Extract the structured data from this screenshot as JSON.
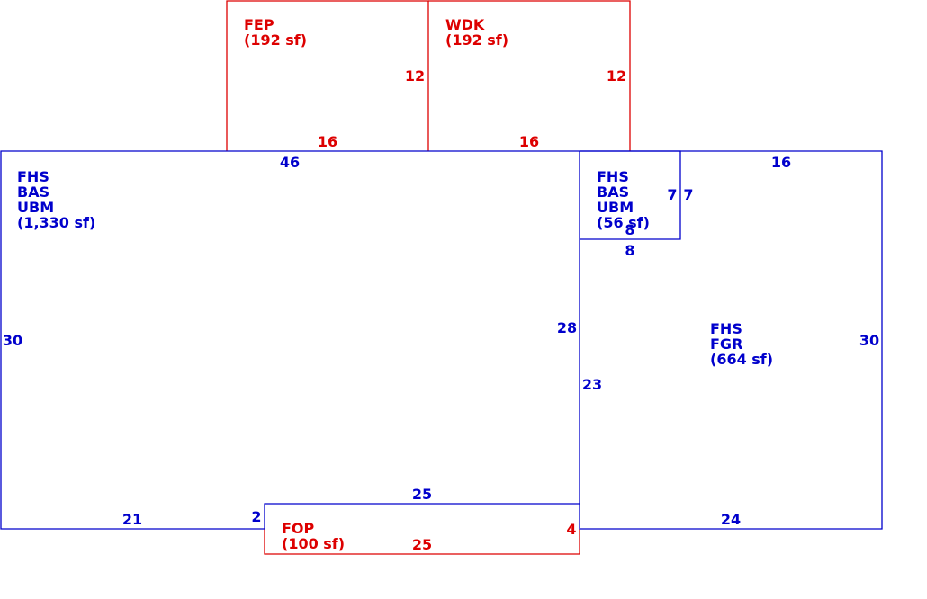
{
  "colors": {
    "blue": "#0000cc",
    "red": "#dd0000",
    "background": "#ffffff"
  },
  "areas": {
    "fep": {
      "lines": [
        "FEP",
        "(192 sf)"
      ],
      "color": "red"
    },
    "wdk": {
      "lines": [
        "WDK",
        "(192 sf)"
      ],
      "color": "red"
    },
    "main": {
      "lines": [
        "FHS",
        "BAS",
        "UBM",
        "(1,330 sf)"
      ],
      "color": "blue"
    },
    "small": {
      "lines": [
        "FHS",
        "BAS",
        "UBM",
        "(56 sf)"
      ],
      "color": "blue"
    },
    "garage": {
      "lines": [
        "FHS",
        "FGR",
        "(664 sf)"
      ],
      "color": "blue"
    },
    "fop": {
      "lines": [
        "FOP",
        "(100 sf)"
      ],
      "color": "red"
    }
  },
  "dims": {
    "fep_side": "12",
    "fep_bottom": "16",
    "wdk_side": "12",
    "wdk_bottom": "16",
    "main_top": "46",
    "main_left": "30",
    "main_right": "28",
    "main_bottom_left": "21",
    "main_notch": "2",
    "main_notch_top": "25",
    "small_left": "7",
    "small_right": "7",
    "small_bottom_inner": "8",
    "small_bottom": "8",
    "garage_top": "16",
    "garage_right": "30",
    "garage_left": "23",
    "garage_bottom": "24",
    "fop_bottom": "25",
    "fop_right": "4"
  }
}
